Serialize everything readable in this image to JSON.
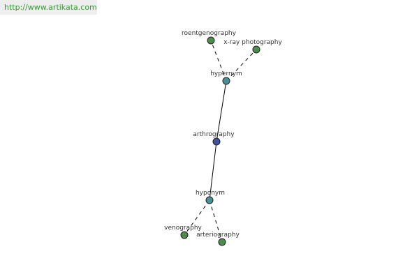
{
  "site": {
    "url": "http://www.artikata.com"
  },
  "colors": {
    "leaf": "#4e8c4e",
    "relation": "#4a9097",
    "center": "#4151a0",
    "edge": "#000000"
  },
  "graph": {
    "center": {
      "label": "arthrography",
      "kind": "center"
    },
    "hypernym": {
      "label": "hypernym",
      "kind": "relation"
    },
    "hyponym": {
      "label": "hyponym",
      "kind": "relation"
    },
    "leaves": [
      {
        "label": "roentgenography",
        "kind": "leaf",
        "parent": "hypernym"
      },
      {
        "label": "x-ray photography",
        "kind": "leaf",
        "parent": "hypernym"
      },
      {
        "label": "venography",
        "kind": "leaf",
        "parent": "hyponym"
      },
      {
        "label": "arteriography",
        "kind": "leaf",
        "parent": "hyponym"
      }
    ]
  }
}
